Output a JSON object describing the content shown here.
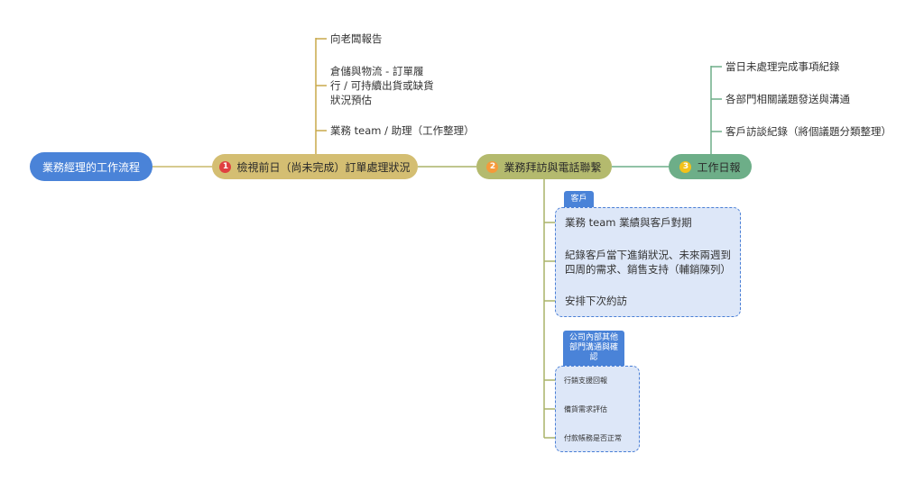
{
  "diagram": {
    "type": "mind-map",
    "root": {
      "label": "業務經理的工作流程"
    },
    "colors": {
      "root": "#4a83d8",
      "branch_1": "#d4be72",
      "branch_2": "#b4ba6e",
      "branch_3": "#6dae88",
      "boundary_fill": "#dde7f8",
      "boundary_border": "#4a7fd6"
    },
    "branches": [
      {
        "number": "1",
        "label": "檢視前日（尚未完成）訂單處理狀況",
        "children": [
          {
            "label": "向老闆報告"
          },
          {
            "lines": [
              "倉儲與物流 - 訂單履",
              "行 / 可持續出貨或缺貨",
              "狀況預估"
            ]
          },
          {
            "label": "業務 team / 助理（工作整理）"
          }
        ]
      },
      {
        "number": "2",
        "label": "業務拜訪與電話聯繫",
        "groups": [
          {
            "boundary_label": "客戶",
            "children": [
              {
                "label": "業務 team 業績與客戶對期"
              },
              {
                "lines": [
                  "紀錄客戶當下進銷狀況、未來兩週到",
                  "四周的需求、銷售支持（輔銷陳列）"
                ]
              },
              {
                "label": "安排下次約訪"
              }
            ]
          },
          {
            "boundary_lines": [
              "公司內部其他",
              "部門溝通與確",
              "認"
            ],
            "children": [
              {
                "label": "行銷支援回報"
              },
              {
                "label": "備貨需求評估"
              },
              {
                "label": "付款帳務是否正常"
              }
            ]
          }
        ]
      },
      {
        "number": "3",
        "label": "工作日報",
        "children": [
          {
            "label": "當日未處理完成事項紀錄"
          },
          {
            "label": "各部門相關議題發送與溝通"
          },
          {
            "label": "客戶訪談紀錄（將個議題分類整理）"
          }
        ]
      }
    ]
  }
}
